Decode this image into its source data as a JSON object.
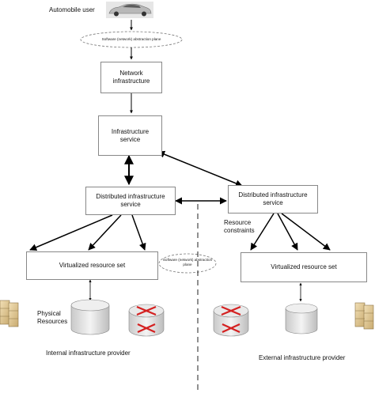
{
  "labels": {
    "automobile_user": "Automobile user",
    "abstraction_plane_top": "Software (network) abstraction plane",
    "abstraction_plane_mid_line1": "Software (network) abstraction",
    "abstraction_plane_mid_line2": "plane",
    "network_infrastructure": "Network infrastructure",
    "infrastructure_service": "Infrastructure service",
    "distributed_left": "Distributed infrastructure service",
    "distributed_right": "Distributed infrastructure service",
    "resource_constraints_line1": "Resource",
    "resource_constraints_line2": "constraints",
    "virtualized_left": "Virtualized resource set",
    "virtualized_right": "Virtualized resource set",
    "physical_resources_line1": "Physical",
    "physical_resources_line2": "Resources",
    "internal_provider": "Internal infrastructure provider",
    "external_provider": "External infrastructure provider"
  },
  "icons": [
    "car-icon",
    "server-icon",
    "storage-disk-icon",
    "router-icon"
  ],
  "colors": {
    "router_arrow": "#d42020",
    "box_border": "#888888",
    "arrow": "#000000"
  }
}
